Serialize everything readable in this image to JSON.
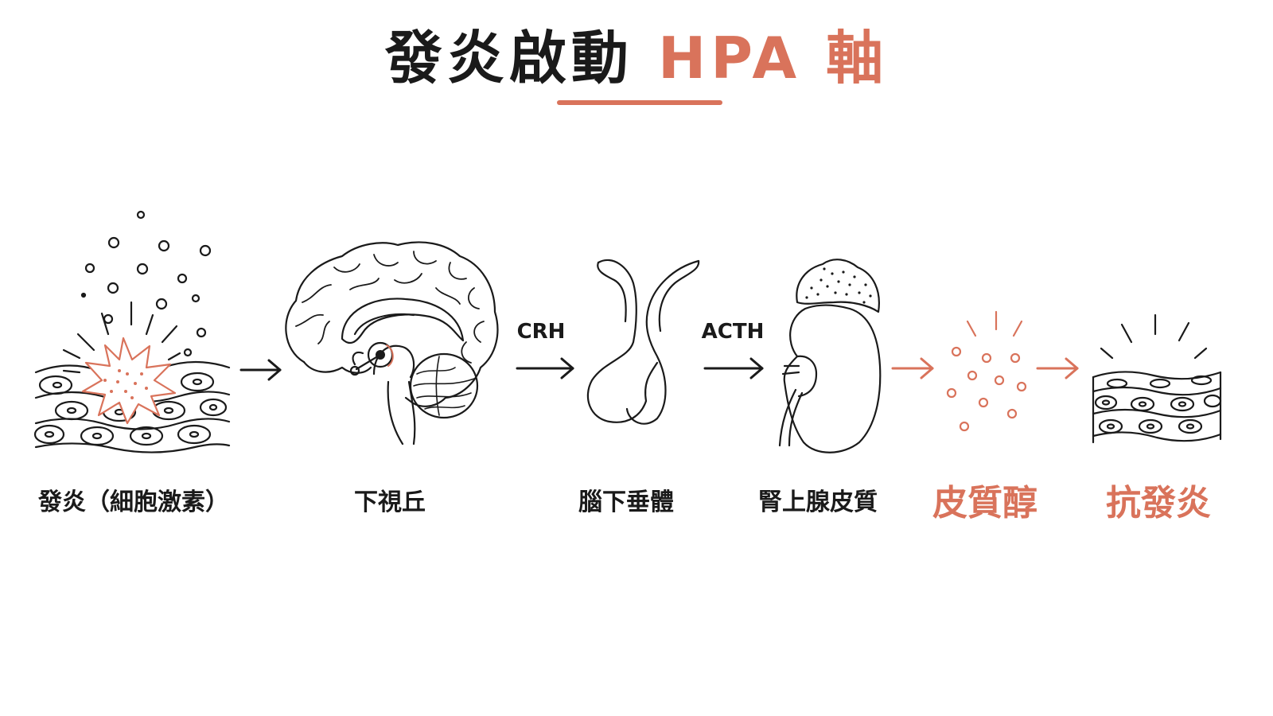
{
  "title": {
    "main": "發炎啟動",
    "accent": "HPA 軸"
  },
  "colors": {
    "accent": "#d9735b",
    "ink": "#1a1a1a"
  },
  "steps": [
    {
      "label": "發炎（細胞激素）",
      "icon": "inflamed-tissue-icon"
    },
    {
      "label": "下視丘",
      "icon": "brain-icon"
    },
    {
      "label": "腦下垂體",
      "icon": "pituitary-icon"
    },
    {
      "label": "腎上腺皮質",
      "icon": "adrenal-kidney-icon"
    },
    {
      "label": "皮質醇",
      "icon": "cortisol-particles-icon"
    },
    {
      "label": "抗發炎",
      "icon": "calm-tissue-icon"
    }
  ],
  "hormones": {
    "crh": "CRH",
    "acth": "ACTH"
  }
}
